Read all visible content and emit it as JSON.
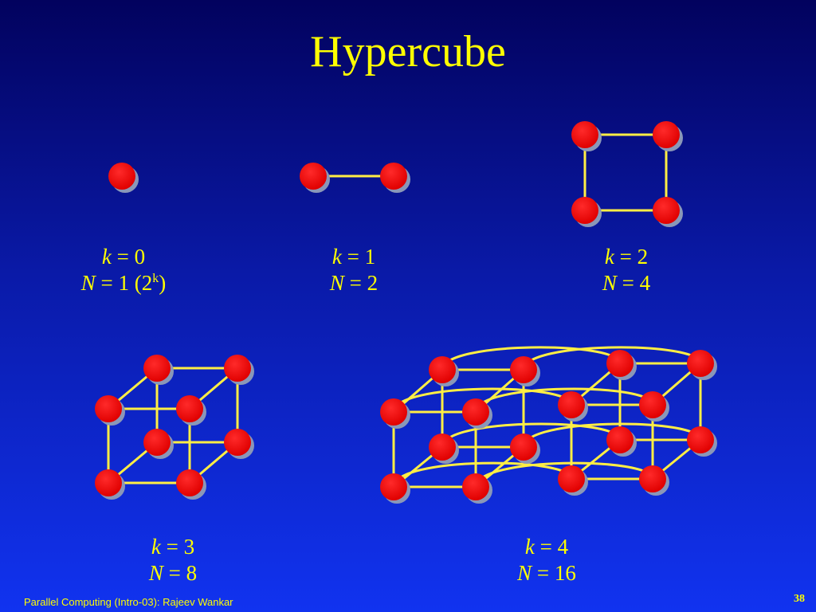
{
  "slide": {
    "title": "Hypercube",
    "footer": "Parallel Computing (Intro-03): Rajeev Wankar",
    "page_number": "38"
  },
  "colors": {
    "title": "#ffff00",
    "edge": "#ffee44",
    "node_fill": "#ff0000",
    "node_shadow": "#8a97b8",
    "background_top": "#02025e",
    "background_bottom": "#1133f0"
  },
  "icons": {
    "node": "red-circle-node"
  },
  "diagrams": [
    {
      "k_var": "k",
      "k_eq": " = 0",
      "n_var": "N",
      "n_eq": " = 1 (2",
      "n_sup": "k",
      "n_close": ")"
    },
    {
      "k_var": "k",
      "k_eq": " = 1",
      "n_var": "N",
      "n_eq": " = 2"
    },
    {
      "k_var": "k",
      "k_eq": " = 2",
      "n_var": "N",
      "n_eq": " = 4"
    },
    {
      "k_var": "k",
      "k_eq": " = 3",
      "n_var": "N",
      "n_eq": " = 8"
    },
    {
      "k_var": "k",
      "k_eq": " = 4",
      "n_var": "N",
      "n_eq": " = 16"
    }
  ]
}
